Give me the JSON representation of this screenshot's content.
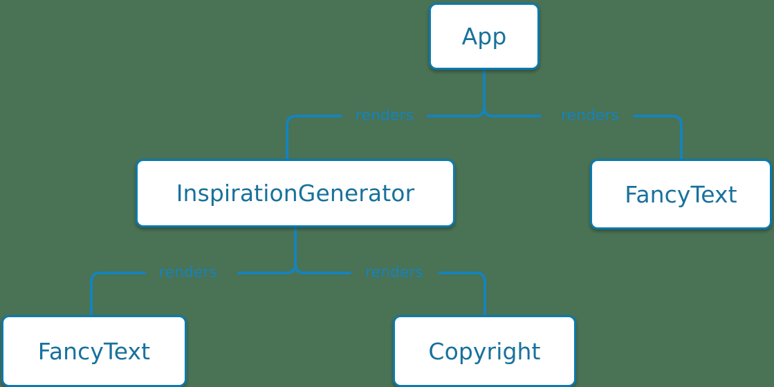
{
  "diagram": {
    "type": "component-tree",
    "background_color": "#4a7254",
    "node_fill_color": "#ffffff",
    "node_border_color": "#0b7aaf",
    "node_text_color": "#18719c",
    "edge_color": "#1683bb",
    "edge_label_color": "#1683bb",
    "nodes": [
      {
        "id": "app",
        "label": "App"
      },
      {
        "id": "inspgen",
        "label": "InspirationGenerator"
      },
      {
        "id": "fancy_right",
        "label": "FancyText"
      },
      {
        "id": "fancy_left",
        "label": "FancyText"
      },
      {
        "id": "copyright",
        "label": "Copyright"
      }
    ],
    "edges": [
      {
        "from": "app",
        "to": "inspgen",
        "label": "renders"
      },
      {
        "from": "app",
        "to": "fancy_right",
        "label": "renders"
      },
      {
        "from": "inspgen",
        "to": "fancy_left",
        "label": "renders"
      },
      {
        "from": "inspgen",
        "to": "copyright",
        "label": "renders"
      }
    ]
  }
}
